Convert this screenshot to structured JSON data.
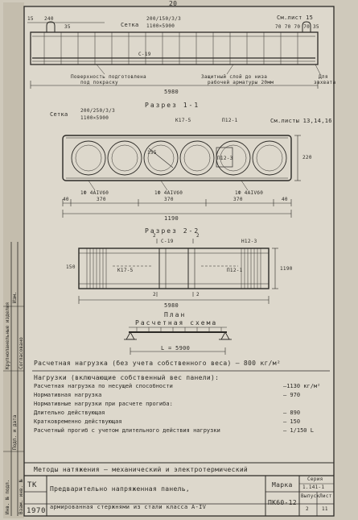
{
  "sheet": {
    "number": "20"
  },
  "top_view": {
    "dim_15": "15",
    "dim_240": "240",
    "dim_35": "35",
    "mesh": "Сетка",
    "mesh_spec_a": "200/150/3/3",
    "mesh_spec_b": "1100×5900",
    "c19": "С-19",
    "smlist": "См.лист 15",
    "dims_right": "70 70 70 70 35",
    "surface_a": "Поверхность подготовлена",
    "surface_b": "под покраску",
    "protect_a": "Защитный слой до низа",
    "protect_b": "рабочей арматуры 20мм",
    "grip_a": "Для",
    "grip_b": "захвата",
    "length": "5980"
  },
  "section_1": {
    "title": "Разрез 1-1",
    "mesh": "Сетка",
    "mesh_spec_a": "200/250/3/3",
    "mesh_spec_b": "1100×5900",
    "k17": "К17-5",
    "p12": "П12-1",
    "smlist": "См.листы 13,14,16",
    "dim_155": "155",
    "p12_inner": "П12-3",
    "height": "220",
    "rebar_a": "1Ф 4АIVб0",
    "rebar_b": "1Ф 4АIVб0",
    "rebar_c": "1Ф 4АIVб0",
    "dim_40a": "40",
    "dim_370a": "370",
    "dim_370b": "370",
    "dim_370c": "370",
    "dim_40b": "40",
    "width": "1190"
  },
  "section_2": {
    "title": "Разрез 2-2",
    "c19": "С-19",
    "h123": "Н12-3",
    "k17": "К17-5",
    "p12": "П12-1",
    "dim_150": "150",
    "width": "1190",
    "length": "5980",
    "mark_a": "2",
    "mark_b": "2",
    "mark_c": "2",
    "mark_d": "2"
  },
  "plan_title": "План",
  "scheme": {
    "title": "Расчетная схема",
    "span": "L = 5900"
  },
  "loads": {
    "design_load": "Расчетная нагрузка (без учета собственного веса) — 800 кг/м²",
    "header": "Нагрузки (включающие собственный вес панели):",
    "rows": [
      {
        "name": "Расчетная нагрузка по несущей способности",
        "value": "—1130 кг/м²"
      },
      {
        "name": "Нормативная нагрузка",
        "value": "— 970"
      },
      {
        "name": "Нормативные нагрузки при расчете прогиба:",
        "value": ""
      },
      {
        "name": "Длительно действующая",
        "value": "— 890"
      },
      {
        "name": "Кратковременно действующая",
        "value": "— 150"
      },
      {
        "name": "Расчетный прогиб с учетом длительного действия нагрузки",
        "value": "— 1/150 L"
      }
    ]
  },
  "methods": "Методы натяжения — механический и электротермический",
  "title_block": {
    "org": "ТК",
    "year": "1970",
    "title_a": "Предварительно напряженная панель,",
    "title_b": "армированная стержнями из стали класса А-IV",
    "mark_label": "Марка",
    "mark": "ПК60-12",
    "series_label": "Серия",
    "series": "1.141-1",
    "issue_label": "Выпуск",
    "issue": "2",
    "sheet_label": "Лист",
    "sheet": "11"
  },
  "side_strip": [
    "Инв. № подл.",
    "Подп. и дата",
    "Взам. инв. №",
    "Крупнопанельные изделия",
    "Изм.",
    "Согласовано"
  ]
}
